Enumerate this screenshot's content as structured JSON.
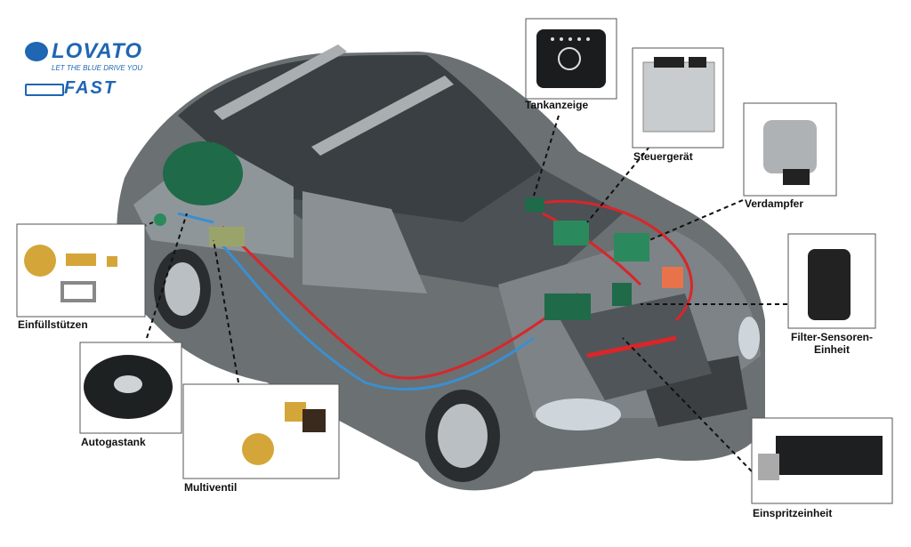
{
  "brand": {
    "name": "LOVATO",
    "tagline": "LET THE BLUE DRIVE YOU",
    "product": "FAST",
    "accent_color": "#1f66b3"
  },
  "components": [
    {
      "key": "tankanzeige",
      "label": "Tankanzeige",
      "icon": "fuel-gauge-display-icon"
    },
    {
      "key": "steuergeraet",
      "label": "Steuergerät",
      "icon": "ecu-icon"
    },
    {
      "key": "verdampfer",
      "label": "Verdampfer",
      "icon": "vaporizer-icon"
    },
    {
      "key": "filter",
      "label": "Filter-Sensoren-\nEinheit",
      "icon": "filter-icon"
    },
    {
      "key": "einspritz",
      "label": "Einspritzeinheit",
      "icon": "injector-rail-icon"
    },
    {
      "key": "multiventil",
      "label": "Multiventil",
      "icon": "multivalve-icon"
    },
    {
      "key": "autogastank",
      "label": "Autogastank",
      "icon": "gas-tank-icon"
    },
    {
      "key": "einfuell",
      "label": "Einfüllstützen",
      "icon": "filler-nozzle-icon"
    }
  ],
  "colors": {
    "gas_line": "#d8262a",
    "coolant_line": "#3a8fd0",
    "component_green": "#1f6a48",
    "car_body": "#6b7072"
  }
}
